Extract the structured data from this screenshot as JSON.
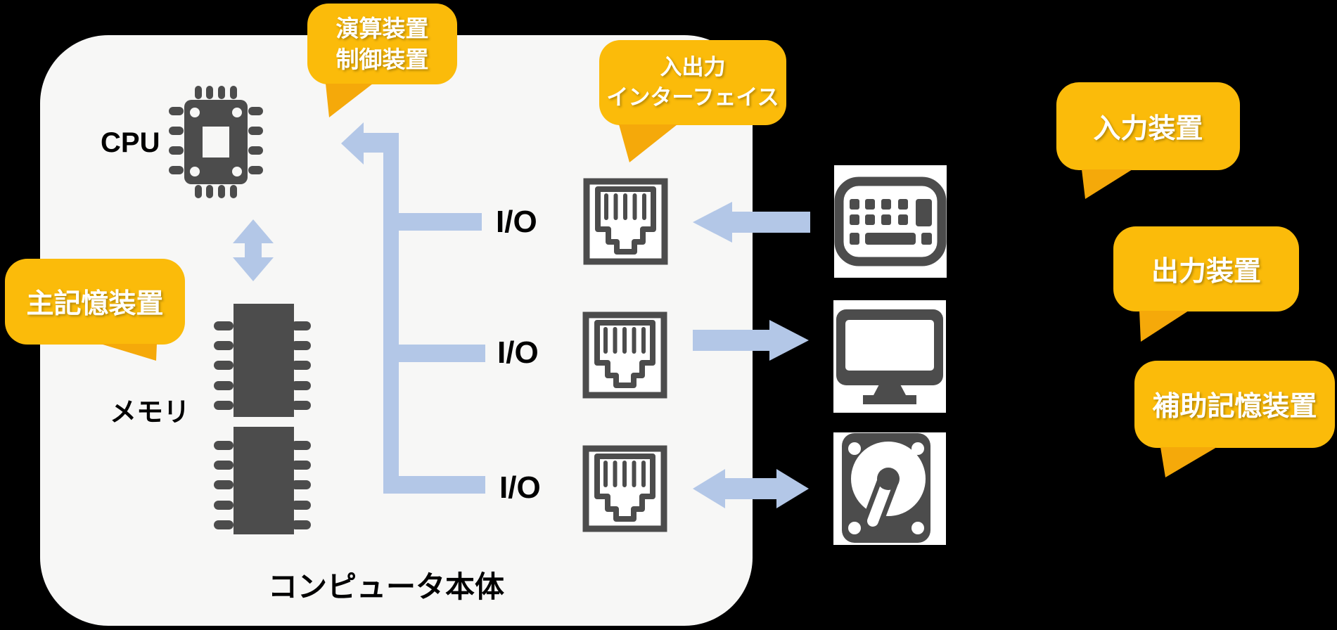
{
  "colors": {
    "background": "#000000",
    "body": "#F7F7F6",
    "bubble": "#FBBB0A",
    "bubble-tail": "#F5A90A",
    "blue": "#B3C7E7",
    "icon": "#4C4C4C",
    "text": "#000000",
    "bubble-text": "#FFFFFF",
    "tile": "#FFFFFF"
  },
  "body": {
    "label": "コンピュータ本体",
    "cpu_label": "CPU",
    "memory_label": "メモリ",
    "io_labels": [
      "I/O",
      "I/O",
      "I/O"
    ]
  },
  "bubbles": {
    "alu": {
      "lines": [
        "演算装置",
        "制御装置"
      ]
    },
    "io_interface": {
      "lines": [
        "入出力",
        "インターフェイス"
      ]
    },
    "main_memory": {
      "lines": [
        "主記憶装置"
      ]
    },
    "input_device": {
      "lines": [
        "入力装置"
      ]
    },
    "output_device": {
      "lines": [
        "出力装置"
      ]
    },
    "aux_storage": {
      "lines": [
        "補助記憶装置"
      ]
    }
  },
  "icons": {
    "cpu": "cpu-chip-icon",
    "memory": "memory-chip-icon",
    "io_port": "io-port-icon",
    "keyboard": "keyboard-icon",
    "monitor": "monitor-icon",
    "hard_disk": "hard-disk-icon",
    "bus": "system-bus",
    "input_arrow": "arrow-left-icon",
    "output_arrow": "arrow-right-icon",
    "bidirectional_arrow": "arrow-left-right-icon",
    "cpu_memory_arrow": "arrow-up-down-icon"
  }
}
